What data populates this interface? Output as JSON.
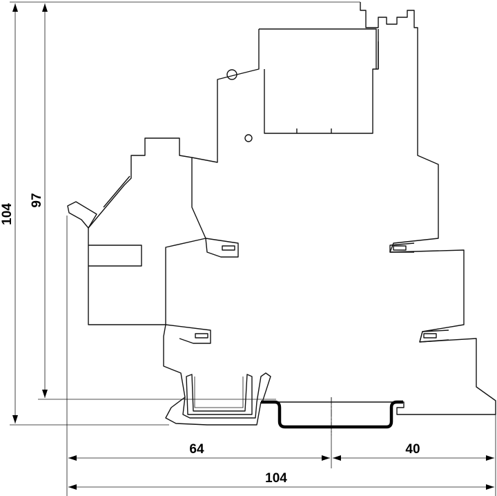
{
  "dimensions": {
    "height_total": "104",
    "height_to_rail": "97",
    "width_left": "64",
    "width_right": "40",
    "width_total": "104"
  }
}
